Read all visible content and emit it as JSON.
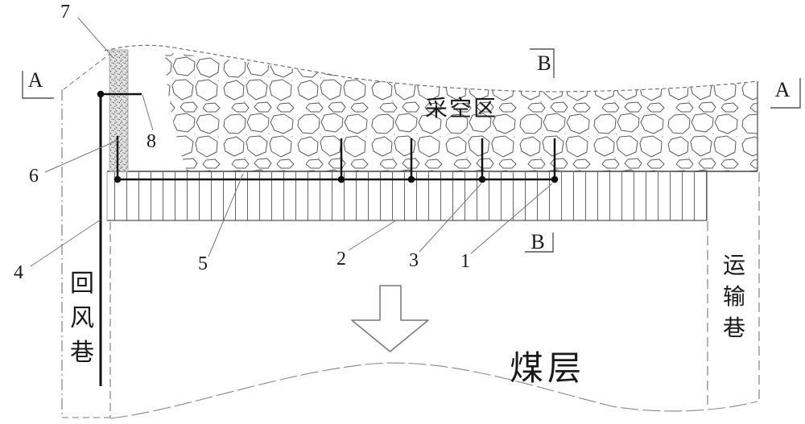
{
  "figure": {
    "region_labels": {
      "goaf": "采空区",
      "coal_seam": "煤层",
      "return_airway": "回风巷",
      "transport_roadway": "运输巷"
    },
    "section_markers": {
      "a_left": "A",
      "a_right": "A",
      "b_top": "B",
      "b_bottom": "B"
    },
    "callouts": {
      "1": "1",
      "2": "2",
      "3": "3",
      "4": "4",
      "5": "5",
      "6": "6",
      "7": "7",
      "8": "8"
    },
    "colors": {
      "line": "#555555",
      "thick_line": "#111111",
      "text": "#1a1a1a",
      "background": "#ffffff"
    }
  }
}
